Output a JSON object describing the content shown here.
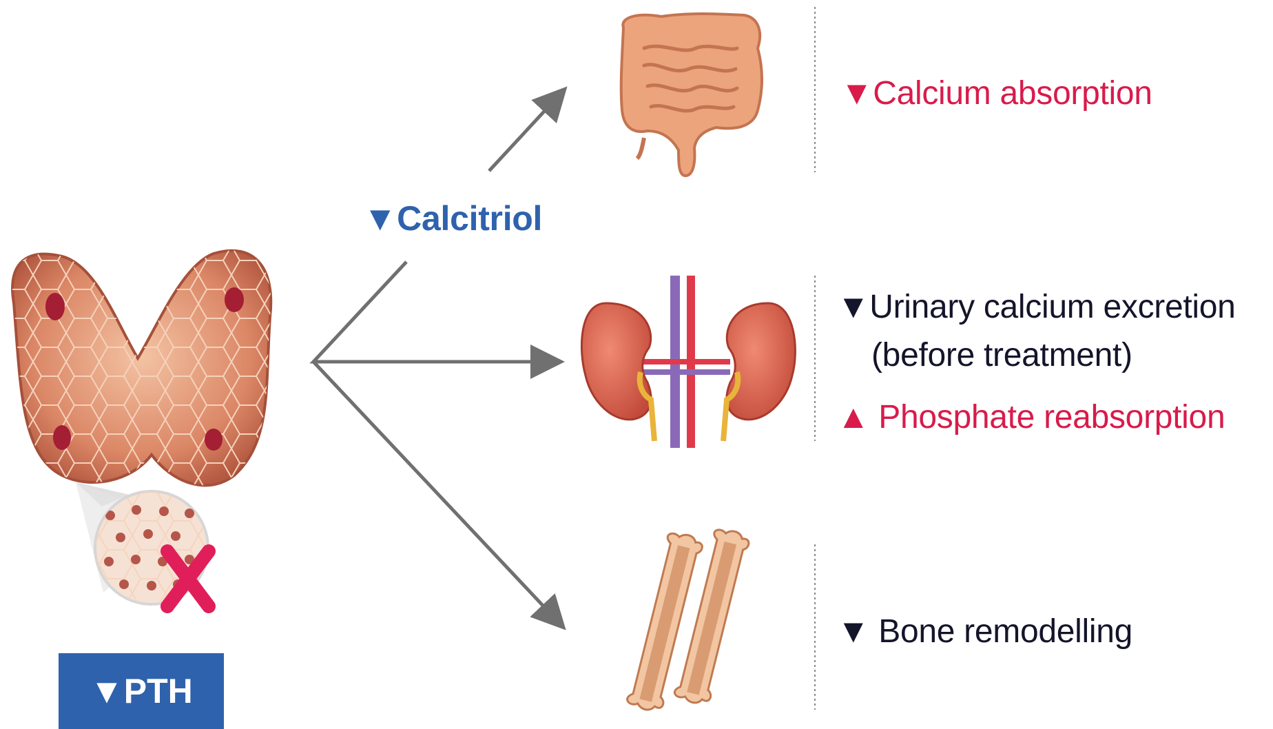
{
  "labels": {
    "pth": "▼PTH",
    "calcitriol": "▼Calcitriol",
    "calcium_absorption": "▼Calcium absorption",
    "urinary_line1": "▼Urinary calcium excretion",
    "urinary_line2": "(before treatment)",
    "phosphate": "▲ Phosphate reabsorption",
    "bone": "▼ Bone remodelling"
  },
  "colors": {
    "decrease_red": "#d81b4b",
    "increase_red": "#d81b4b",
    "neutral_dark": "#14142a",
    "calcitriol_blue": "#2f62ad",
    "pth_box": "#2f62ad",
    "arrow_gray": "#707070",
    "thyroid": "#d9805f",
    "intestine": "#eaa27a",
    "kidney": "#d9634e",
    "bone": "#e8a67c"
  },
  "icons": [
    "thyroid-icon",
    "magnified-cells-icon",
    "cross-mark-icon",
    "intestine-icon",
    "kidney-icon",
    "bones-icon"
  ]
}
